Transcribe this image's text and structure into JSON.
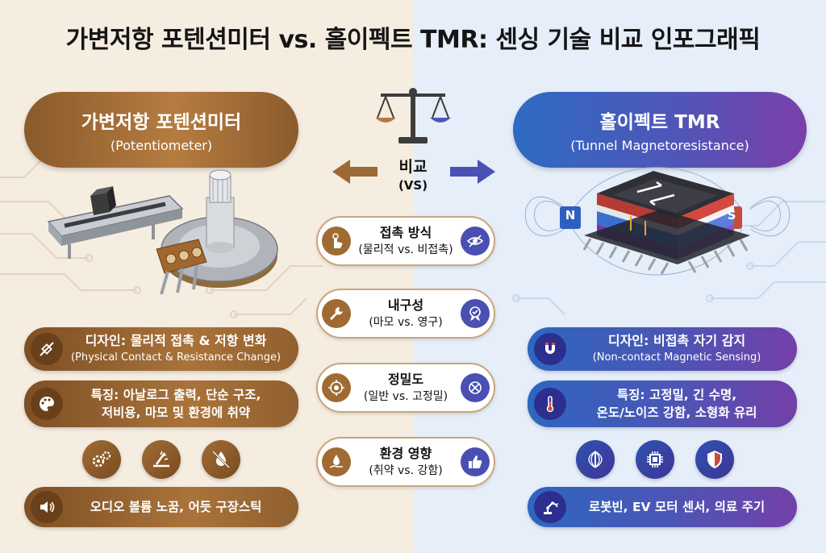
{
  "title": "가변저항 포텐션미터 vs. 홀이펙트 TMR: 센싱 기술 비교 인포그래픽",
  "left": {
    "title": "가변저항 포텐션미터",
    "subtitle": "(Potentiometer)",
    "design_label": "디자인: 물리적 접촉 & 저항 변화",
    "design_sub": "(Physical Contact & Resistance Change)",
    "features_line1": "특징: 아날로그 출력, 단순 구조,",
    "features_line2": "저비용, 마모 및 환경에 취약",
    "usage": "오디오 볼륨 노꿈, 어듯 구장스틱",
    "icons": [
      "gears-icon",
      "slider-wear-icon",
      "no-water-icon"
    ]
  },
  "right": {
    "title": "홀이펙트 TMR",
    "subtitle": "(Tunnel Magnetoresistance)",
    "design_label": "디자인: 비접촉 자기 감지",
    "design_sub": "(Non-contact Magnetic Sensing)",
    "features_line1": "특징: 고정밀, 긴 수명,",
    "features_line2": "온도/노이즈 강함, 소형화 유리",
    "usage": "로봇빈, EV 모터 센서, 의료 주기",
    "icons": [
      "magnetic-field-icon",
      "chip-icon",
      "shield-icon"
    ],
    "magnet_n": "N",
    "magnet_s": "S"
  },
  "center": {
    "compare_label": "비교",
    "compare_sub": "(VS)",
    "rows": [
      {
        "label": "접촉 방식",
        "sub": "(물리적 vs. 비접촉)"
      },
      {
        "label": "내구성",
        "sub": "(마모 vs. 영구)"
      },
      {
        "label": "정밀도",
        "sub": "(일반 vs. 고정밀)"
      },
      {
        "label": "환경 영향",
        "sub": "(취약 vs. 강함)"
      }
    ]
  },
  "colors": {
    "left_accent": "#9a6733",
    "right_accent": "#4a52b6",
    "left_bg": "#f6ede1",
    "right_bg": "#e5eef9"
  }
}
